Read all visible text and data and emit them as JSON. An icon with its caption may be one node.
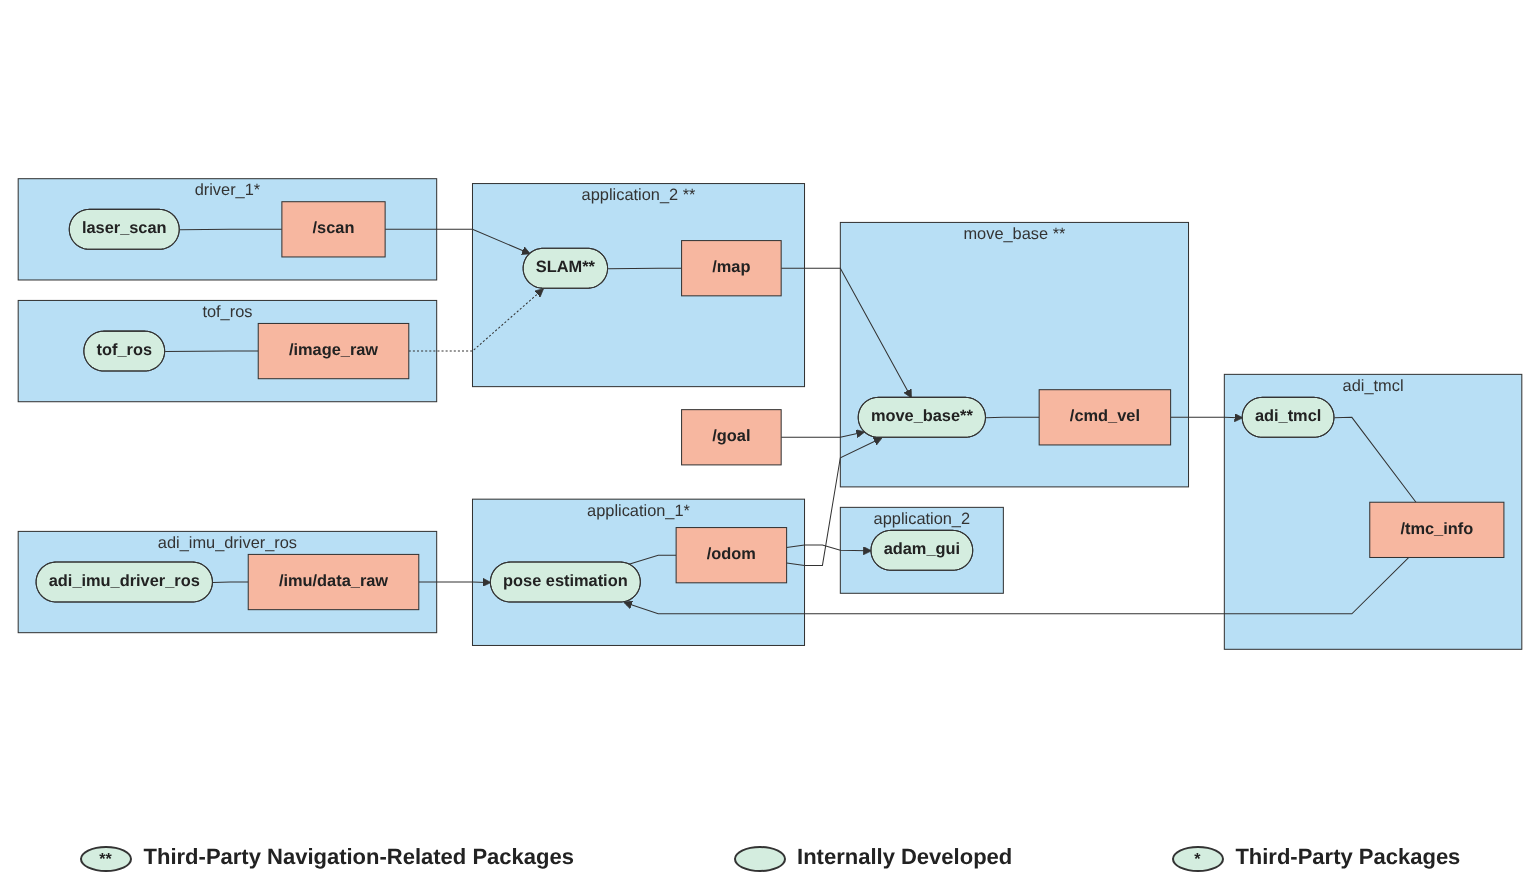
{
  "diagram": {
    "nodes": [
      {
        "text": [
          "adi_imu_driver_ros"
        ]
      },
      {
        "text": [
          "adi_imu_driver_ros"
        ],
        "in": 0
      },
      {
        "text": [
          "/imu/data_raw"
        ],
        "in": 0
      },
      {
        "text": [
          "application_1*"
        ]
      },
      {
        "text": [
          "pose estimation"
        ],
        "in": 3
      },
      {
        "text": [
          "/odom"
        ],
        "in": 3
      },
      {
        "text": [
          "application_2"
        ]
      },
      {
        "text": [
          "adam_gui"
        ],
        "in": 6
      },
      {
        "text": [
          "adi_tmcl"
        ]
      },
      {
        "text": [
          "adi_tmcl"
        ],
        "in": 8
      },
      {
        "text": [
          "/tmc_info"
        ],
        "in": 8
      },
      {
        "text": [
          "driver_1*"
        ]
      },
      {
        "text": [
          "laser_scan"
        ],
        "in": 11
      },
      {
        "text": [
          "/scan"
        ],
        "in": 11
      },
      {
        "text": [
          "application_2 **"
        ]
      },
      {
        "text": [
          "SLAM**"
        ],
        "in": 14
      },
      {
        "text": [
          "/map"
        ],
        "in": 14
      },
      {
        "text": [
          "move_base **"
        ]
      },
      {
        "text": [
          "move_base**"
        ],
        "in": 17
      },
      {
        "text": [
          "/cmd_vel"
        ],
        "in": 17
      },
      {
        "text": [
          "tof_ros"
        ]
      },
      {
        "text": [
          "tof_ros"
        ],
        "in": 20
      },
      {
        "text": [
          "/image_raw"
        ],
        "in": 20
      },
      {
        "text": [
          "/goal"
        ]
      }
    ],
    "edges": [
      {
        "from": 1,
        "to": 2,
        "arrow": "none"
      },
      {
        "from": 2,
        "to": 4,
        "arrow": "to"
      },
      {
        "from": 4,
        "to": 5,
        "arrow": "none"
      },
      {
        "from": 5,
        "to": 7,
        "arrow": "to"
      },
      {
        "from": 5,
        "to": 18,
        "arrow": "to"
      },
      {
        "from": 9,
        "to": 10,
        "arrow": "none"
      },
      {
        "from": 10,
        "to": 4,
        "arrow": "to"
      },
      {
        "from": 12,
        "to": 13,
        "arrow": "none"
      },
      {
        "from": 13,
        "to": 15,
        "arrow": "to"
      },
      {
        "from": 15,
        "to": 16,
        "arrow": "none"
      },
      {
        "from": 16,
        "to": 18,
        "arrow": "to"
      },
      {
        "from": 18,
        "to": 19,
        "arrow": "none"
      },
      {
        "from": 19,
        "to": 9,
        "arrow": "to"
      },
      {
        "from": 21,
        "to": 22,
        "arrow": "none"
      },
      {
        "from": 22,
        "to": 15,
        "arrow": "to",
        "style": "dashed"
      },
      {
        "from": 23,
        "to": 18,
        "arrow": "to"
      }
    ],
    "labels": [
      "**",
      "*"
    ],
    "legend": [
      {
        "text": "Third-Party Navigation-Related Packages"
      },
      {
        "text": "Internally Developed"
      },
      {
        "text": "Third-Party Packages"
      }
    ]
  }
}
